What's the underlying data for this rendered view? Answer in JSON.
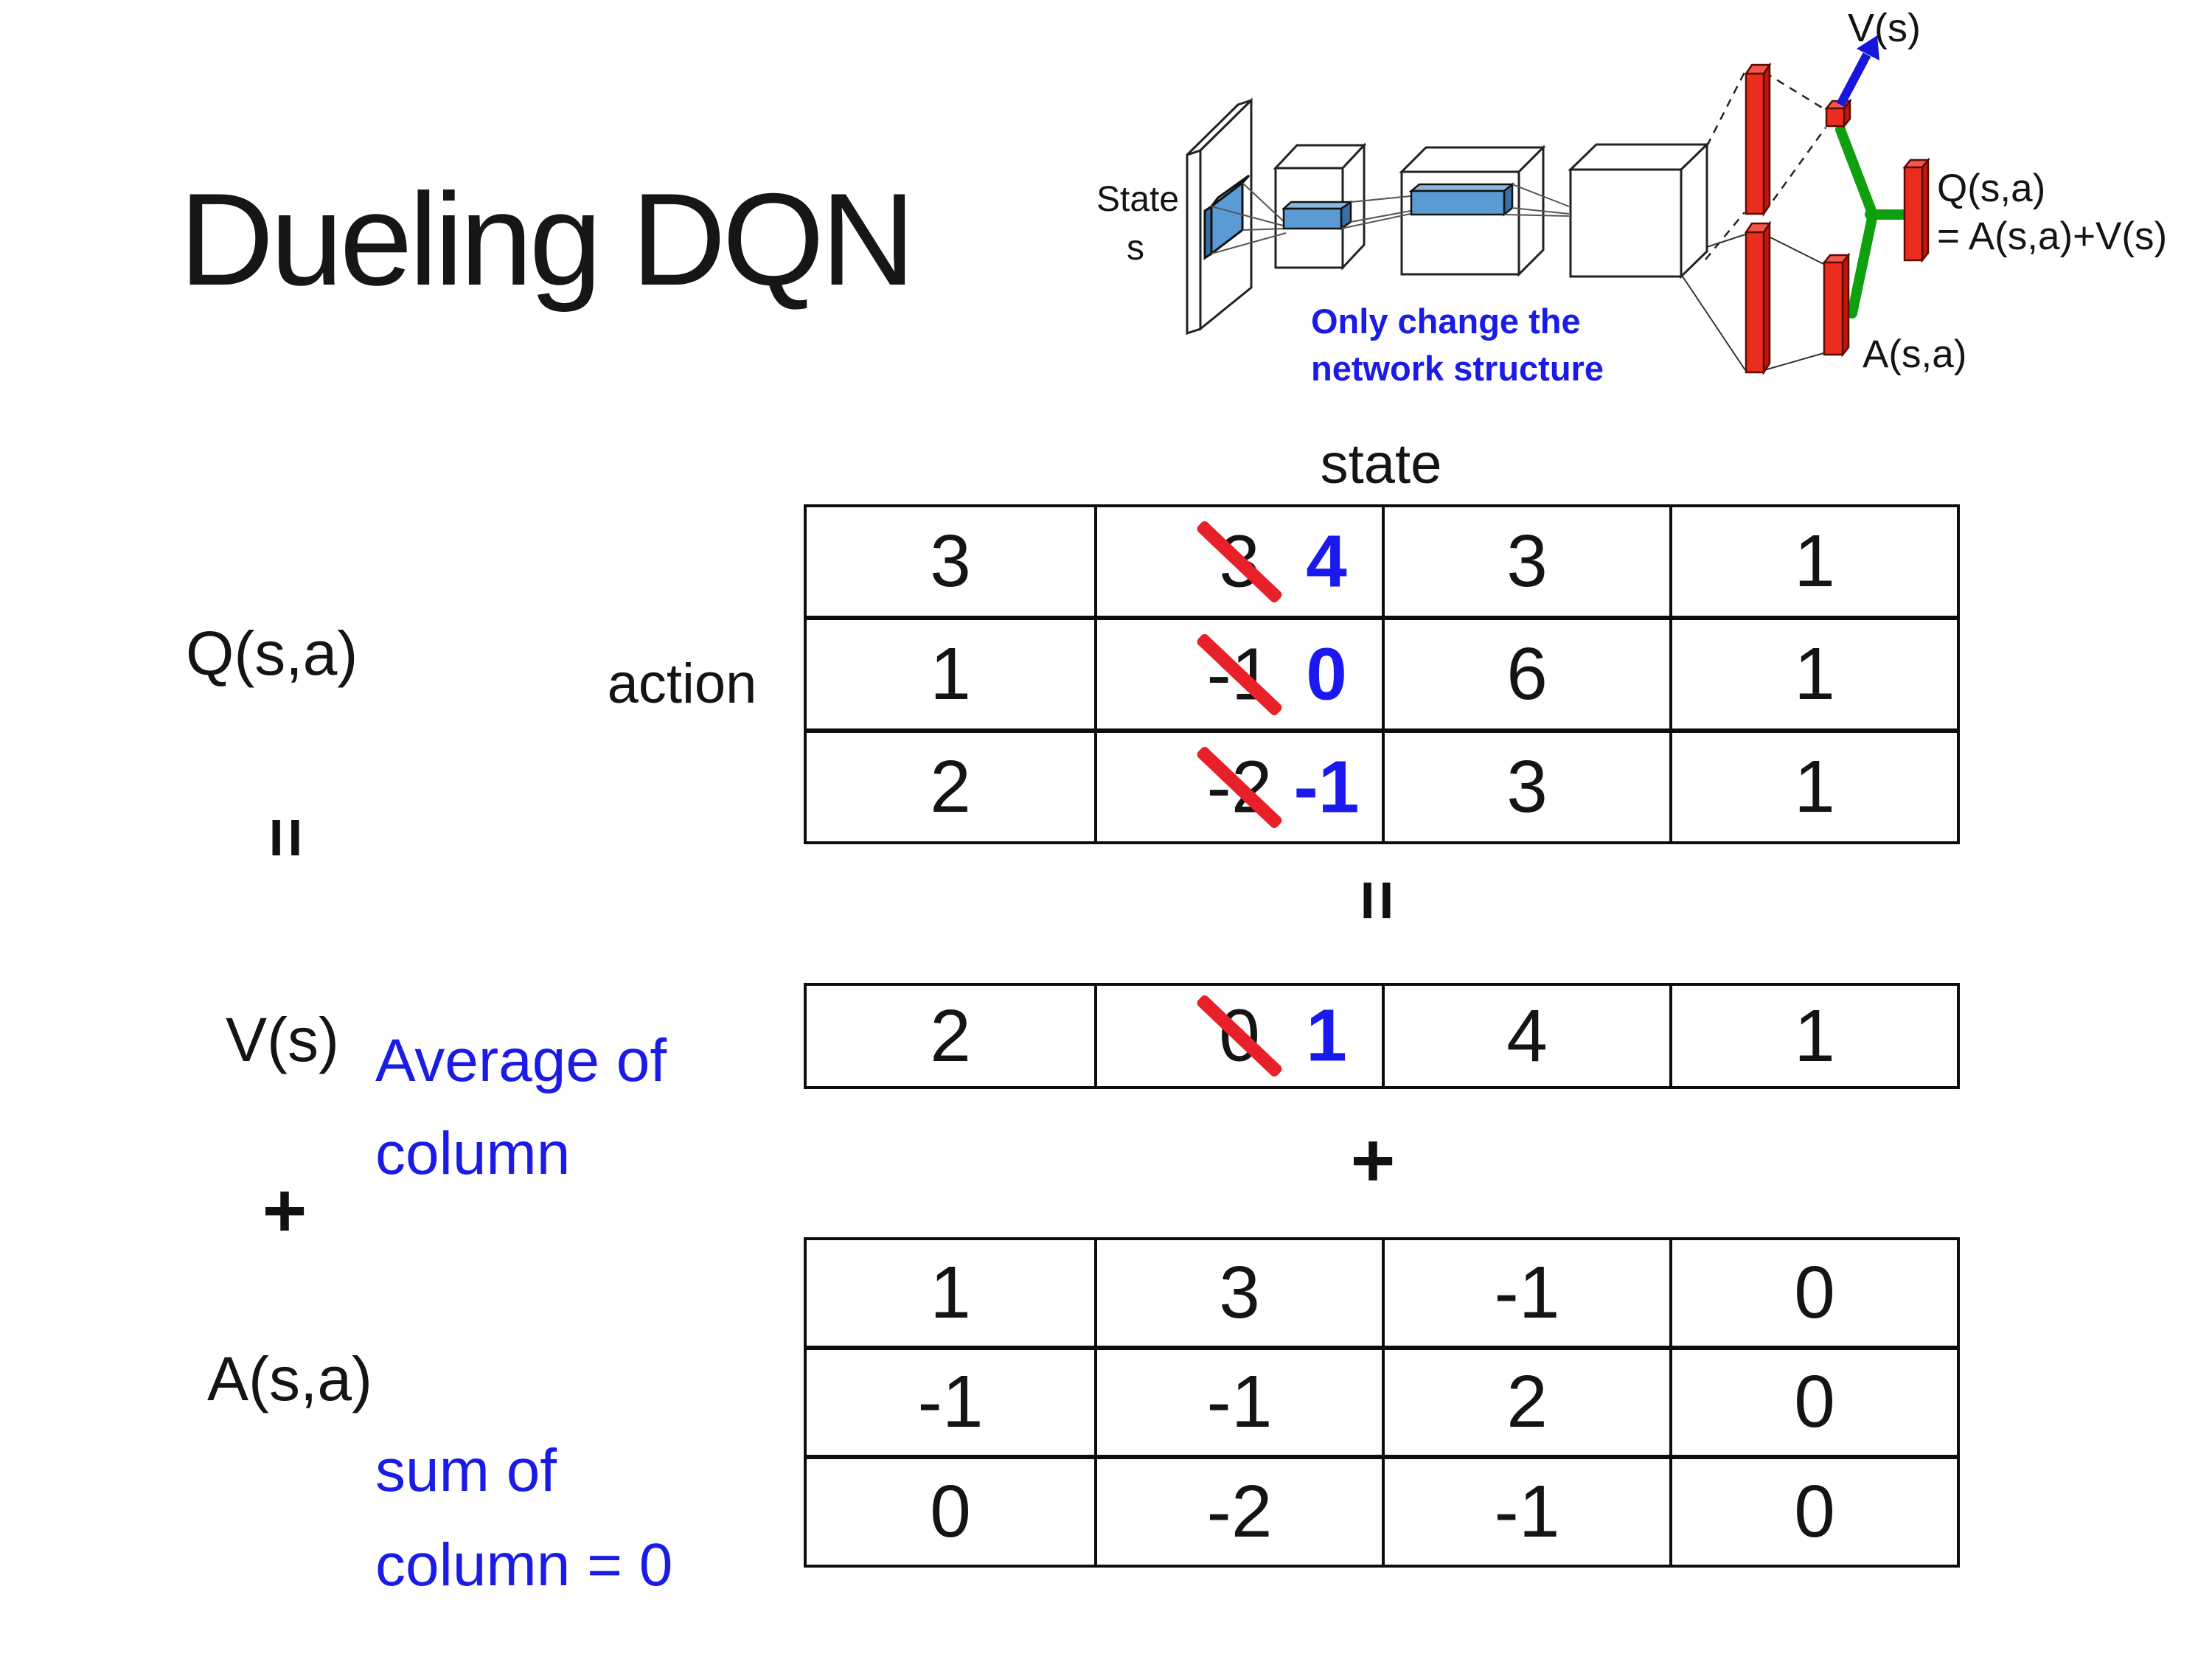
{
  "title": "Dueling DQN",
  "diagram": {
    "state_line1": "State",
    "state_line2": "s",
    "note_line1": "Only change the",
    "note_line2": "network structure",
    "v_out_label": "V(s)",
    "q_out_line1": "Q(s,a)",
    "q_out_line2": "= A(s,a)+V(s)",
    "a_out_label": "A(s,a)"
  },
  "equation": {
    "q_label": "Q(s,a)",
    "equals": "=",
    "v_label": "V(s)",
    "plus": "+",
    "a_label": "A(s,a)",
    "state_header": "state",
    "action_label": "action",
    "avg_line1": "Average of",
    "avg_line2": "column",
    "sum_line1": "sum of",
    "sum_line2": "column = 0"
  },
  "q_table": {
    "rows": [
      {
        "cells": [
          {
            "value": "3"
          },
          {
            "old": "3",
            "new": "4"
          },
          {
            "value": "3"
          },
          {
            "value": "1"
          }
        ]
      },
      {
        "cells": [
          {
            "value": "1"
          },
          {
            "old": "-1",
            "new": "0"
          },
          {
            "value": "6"
          },
          {
            "value": "1"
          }
        ]
      },
      {
        "cells": [
          {
            "value": "2"
          },
          {
            "old": "-2",
            "new": "-1"
          },
          {
            "value": "3"
          },
          {
            "value": "1"
          }
        ]
      }
    ]
  },
  "v_row": {
    "cells": [
      {
        "value": "2"
      },
      {
        "old": "0",
        "new": "1"
      },
      {
        "value": "4"
      },
      {
        "value": "1"
      }
    ]
  },
  "a_table": {
    "rows": [
      {
        "cells": [
          {
            "value": "1"
          },
          {
            "value": "3"
          },
          {
            "value": "-1"
          },
          {
            "value": "0"
          }
        ]
      },
      {
        "cells": [
          {
            "value": "-1"
          },
          {
            "value": "-1"
          },
          {
            "value": "2"
          },
          {
            "value": "0"
          }
        ]
      },
      {
        "cells": [
          {
            "value": "0"
          },
          {
            "value": "-2"
          },
          {
            "value": "-1"
          },
          {
            "value": "0"
          }
        ]
      }
    ]
  },
  "colors": {
    "annotation_blue": "#1b1be6",
    "value_blue": "#1a1aee",
    "slash_red": "#e8202a",
    "bar_red": "#ea2d1c",
    "layer_blue": "#5b9bd5",
    "merge_green": "#0fa00f"
  }
}
